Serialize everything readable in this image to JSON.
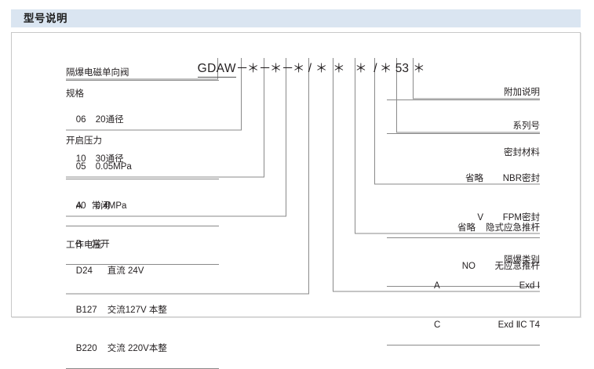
{
  "header": {
    "title": "型号说明"
  },
  "model_code": {
    "prefix": "GDAW",
    "tokens": [
      "－",
      "＊",
      "－",
      "＊",
      "－",
      "＊",
      "/",
      "＊",
      "＊",
      "＊",
      "/",
      "＊",
      "53",
      "＊"
    ],
    "full": "GDAW－＊－＊－＊/＊ ＊ ＊/＊ 53 ＊"
  },
  "left_groups": [
    {
      "id": "product-name",
      "head": "隔爆电磁单向阀",
      "rows": []
    },
    {
      "id": "specification",
      "head": "规格",
      "rows": [
        {
          "code": "06",
          "desc": "20通径"
        },
        {
          "code": "10",
          "desc": "30通径"
        }
      ]
    },
    {
      "id": "opening-pressure",
      "head": "开启压力",
      "rows": [
        {
          "code": "05",
          "desc": "0.05MPa"
        },
        {
          "code": "40",
          "desc": "0.4MPa"
        }
      ]
    },
    {
      "id": "valve-state",
      "head": "",
      "rows": [
        {
          "code": "A",
          "desc": "常闭"
        },
        {
          "code": "B",
          "desc": "常开"
        }
      ]
    },
    {
      "id": "working-voltage",
      "head": "工作电压",
      "rows": [
        {
          "code": "D24",
          "desc": "直流 24V"
        },
        {
          "code": "B127",
          "desc": "交流127V 本整"
        },
        {
          "code": "B220",
          "desc": "交流 220V本整"
        }
      ]
    }
  ],
  "right_groups": [
    {
      "id": "additional-note",
      "head": "附加说明",
      "rows": []
    },
    {
      "id": "series-number",
      "head": "系列号",
      "rows": []
    },
    {
      "id": "seal-material",
      "head": "密封材料",
      "rows": [
        {
          "code": "省略",
          "desc": "NBR密封"
        },
        {
          "code": "V",
          "desc": "FPM密封"
        }
      ]
    },
    {
      "id": "emergency-push-rod",
      "head": "",
      "rows": [
        {
          "code": "省略",
          "desc": "隐式应急推杆"
        },
        {
          "code": "NO",
          "desc": "无应急推杆"
        }
      ]
    },
    {
      "id": "explosion-proof-class",
      "head": "隔爆类别",
      "rows": [
        {
          "code": "A",
          "desc": "Exd Ⅰ"
        },
        {
          "code": "C",
          "desc": "Exd ⅡC T4"
        }
      ]
    }
  ],
  "colors": {
    "header_bar": "#dae5f1",
    "panel_border": "#c8c8c8",
    "leader_line": "#8a8a8a",
    "text": "#231f20"
  }
}
